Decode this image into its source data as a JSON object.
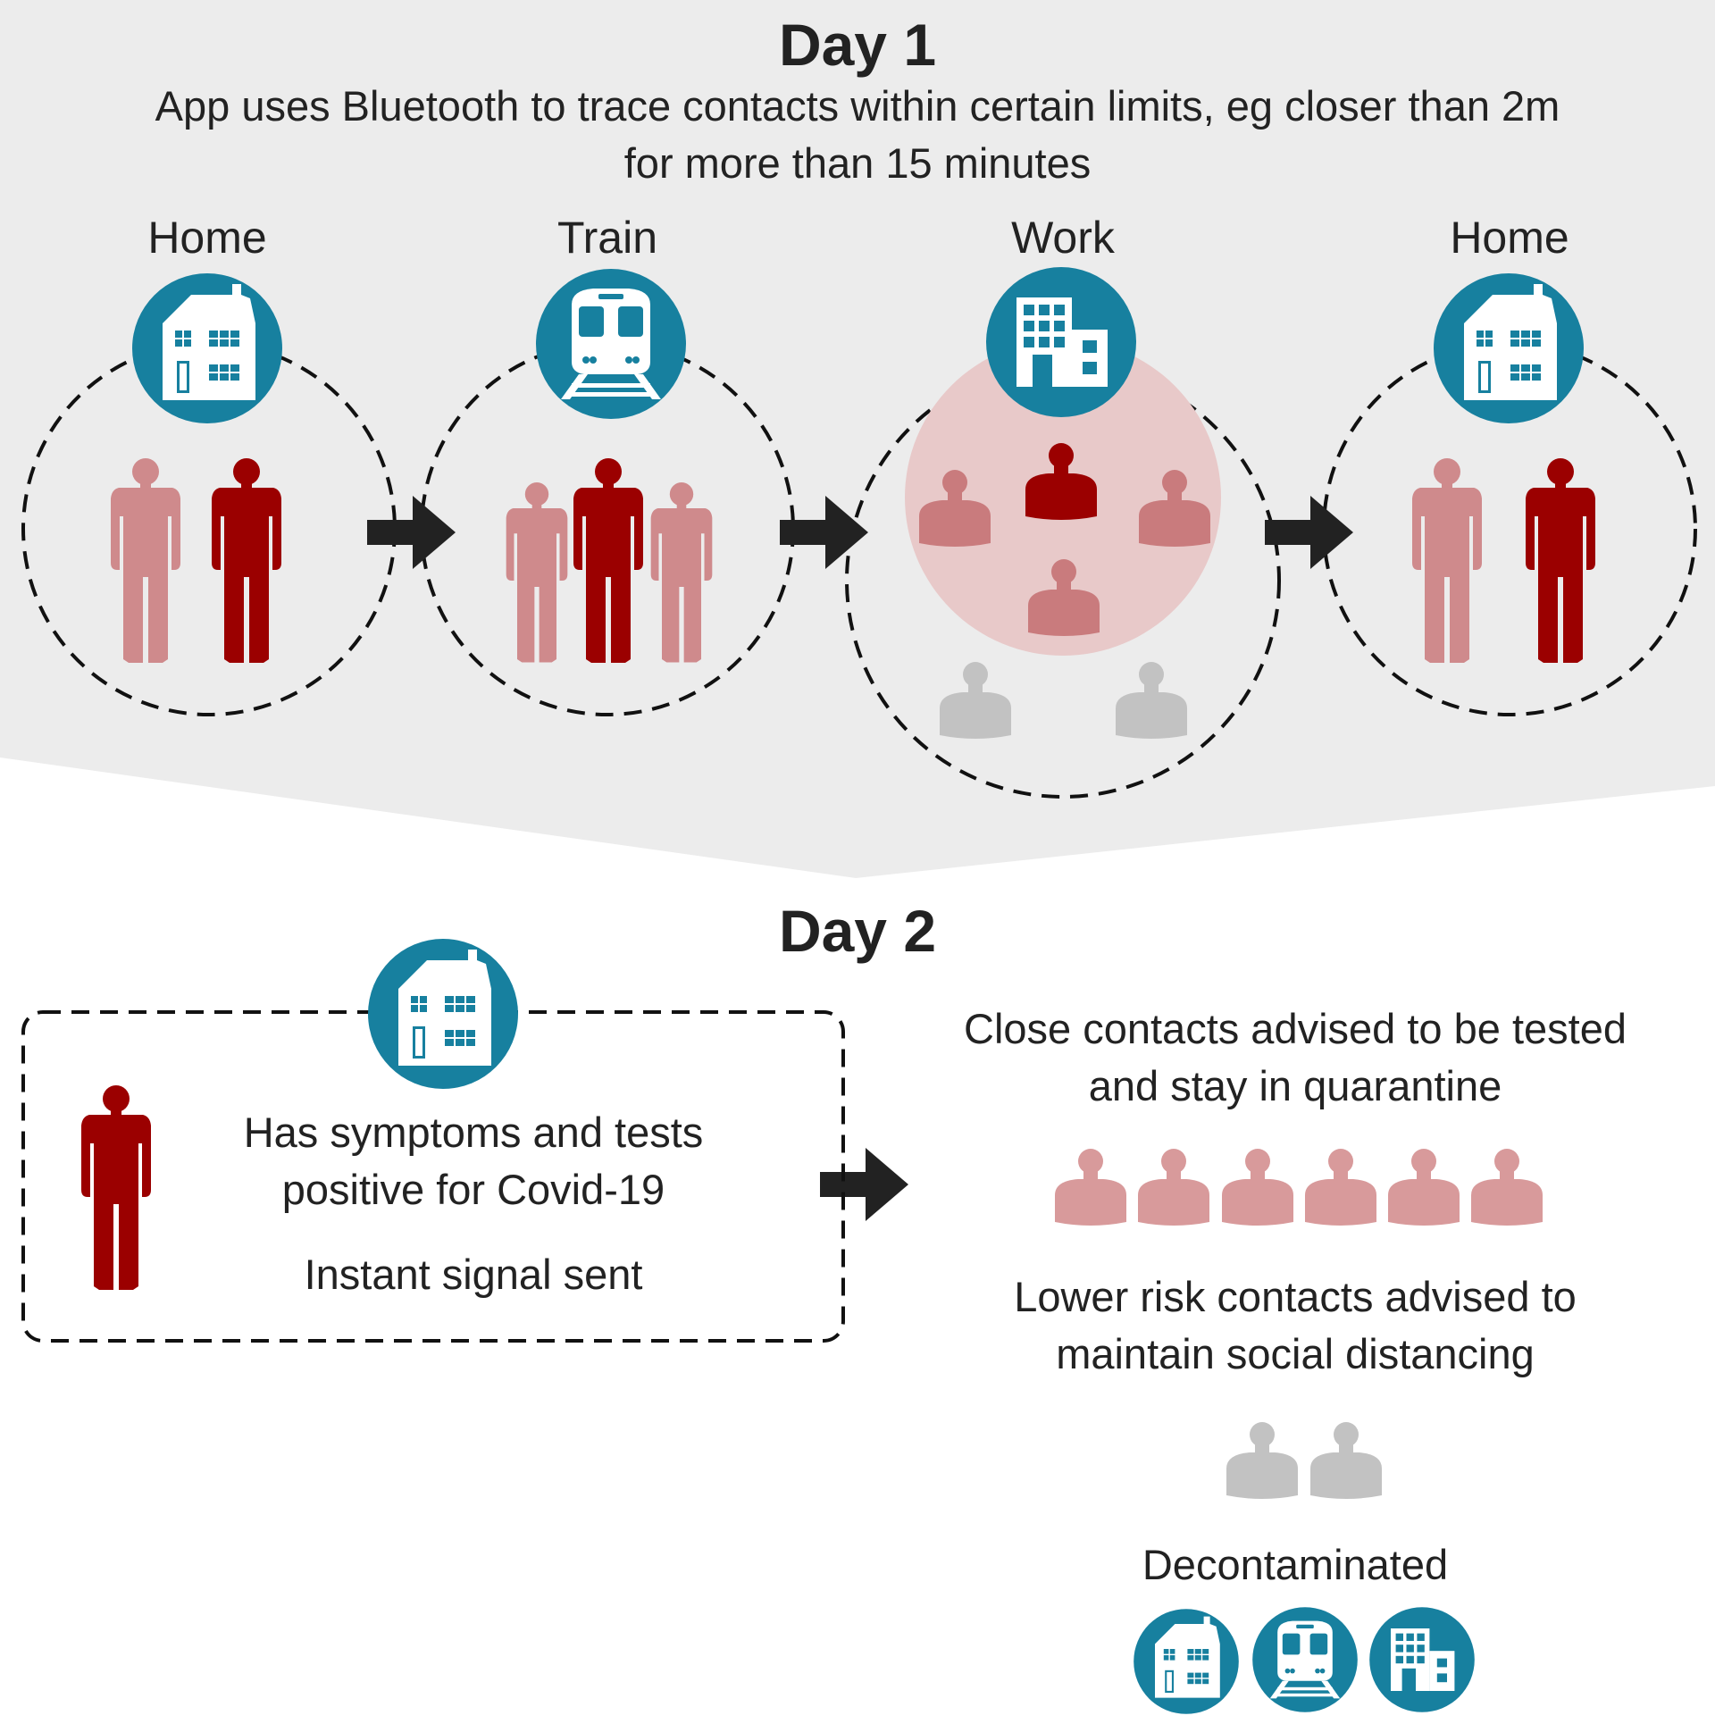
{
  "colors": {
    "teal": "#17809f",
    "dark_red": "#9b0000",
    "light_red": "#cf8a8c",
    "pink_zone": "#e8c9c9",
    "grey_person": "#c2c2c2",
    "panel_grey": "#ececec",
    "arrow": "#222222"
  },
  "day1": {
    "title": "Day 1",
    "subtitle_line1": "App uses Bluetooth to trace contacts within certain limits, eg closer than 2m",
    "subtitle_line2": "for more than 15 minutes",
    "locations": [
      {
        "label": "Home",
        "icon": "house-icon"
      },
      {
        "label": "Train",
        "icon": "train-icon"
      },
      {
        "label": "Work",
        "icon": "office-icon"
      },
      {
        "label": "Home",
        "icon": "house-icon"
      }
    ]
  },
  "day2": {
    "title": "Day 2",
    "case_line1": "Has symptoms and tests",
    "case_line2": "positive for Covid-19",
    "signal": "Instant signal sent",
    "close_line1": "Close contacts advised to be tested",
    "close_line2": "and stay in quarantine",
    "lower_line1": "Lower risk contacts advised to",
    "lower_line2": "maintain social distancing",
    "decon": "Decontaminated",
    "decon_icons": [
      "house-icon",
      "train-icon",
      "office-icon"
    ]
  }
}
